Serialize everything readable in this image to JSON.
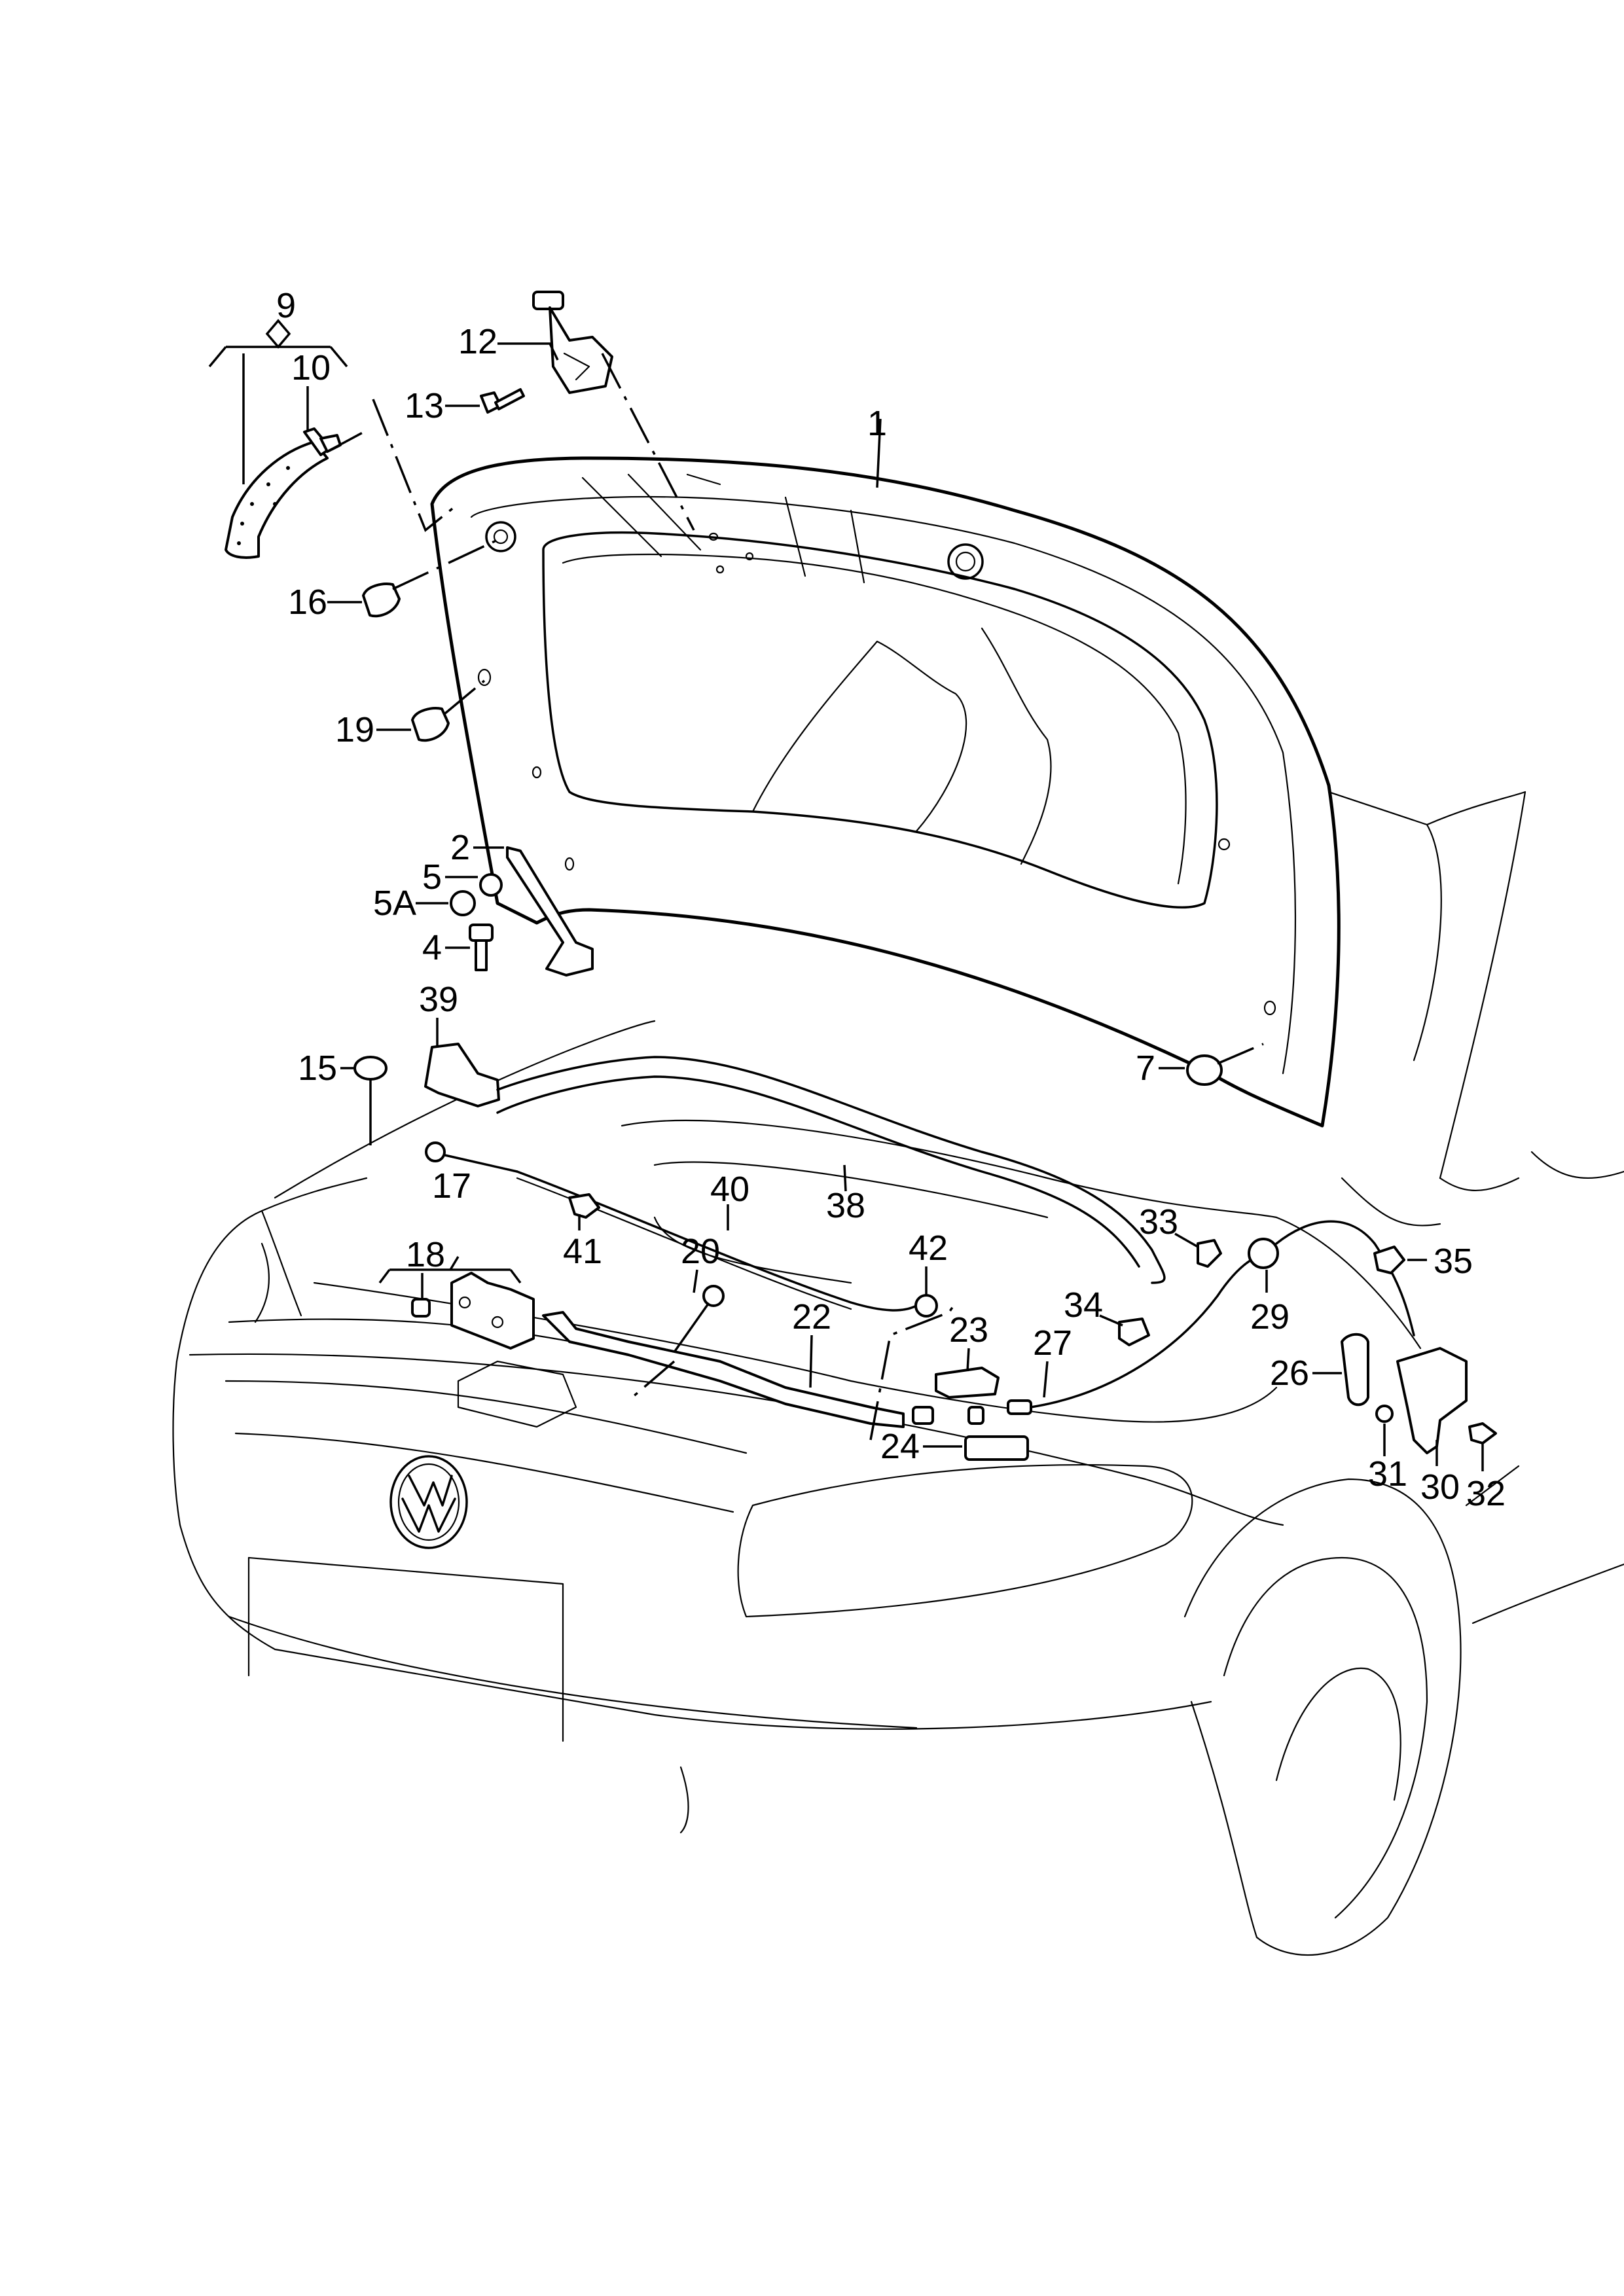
{
  "diagram": {
    "type": "exploded-parts-diagram",
    "subject": "Front bonnet (hood), hood lock, release cable and seals",
    "brand_emblem": "VW",
    "callouts": [
      {
        "id": "c1",
        "label": "1"
      },
      {
        "id": "c2",
        "label": "2"
      },
      {
        "id": "c4",
        "label": "4"
      },
      {
        "id": "c5",
        "label": "5"
      },
      {
        "id": "c5a",
        "label": "5A"
      },
      {
        "id": "c7",
        "label": "7"
      },
      {
        "id": "c9",
        "label": "9"
      },
      {
        "id": "c10",
        "label": "10"
      },
      {
        "id": "c12",
        "label": "12"
      },
      {
        "id": "c13",
        "label": "13"
      },
      {
        "id": "c15",
        "label": "15"
      },
      {
        "id": "c16",
        "label": "16"
      },
      {
        "id": "c17",
        "label": "17"
      },
      {
        "id": "c18",
        "label": "18"
      },
      {
        "id": "c19",
        "label": "19"
      },
      {
        "id": "c20",
        "label": "20"
      },
      {
        "id": "c22",
        "label": "22"
      },
      {
        "id": "c23",
        "label": "23"
      },
      {
        "id": "c24",
        "label": "24"
      },
      {
        "id": "c26",
        "label": "26"
      },
      {
        "id": "c27",
        "label": "27"
      },
      {
        "id": "c29",
        "label": "29"
      },
      {
        "id": "c30",
        "label": "30"
      },
      {
        "id": "c31",
        "label": "31"
      },
      {
        "id": "c32",
        "label": "32"
      },
      {
        "id": "c33",
        "label": "33"
      },
      {
        "id": "c34",
        "label": "34"
      },
      {
        "id": "c35",
        "label": "35"
      },
      {
        "id": "c38",
        "label": "38"
      },
      {
        "id": "c39",
        "label": "39"
      },
      {
        "id": "c40",
        "label": "40"
      },
      {
        "id": "c41",
        "label": "41"
      },
      {
        "id": "c42",
        "label": "42"
      }
    ]
  }
}
